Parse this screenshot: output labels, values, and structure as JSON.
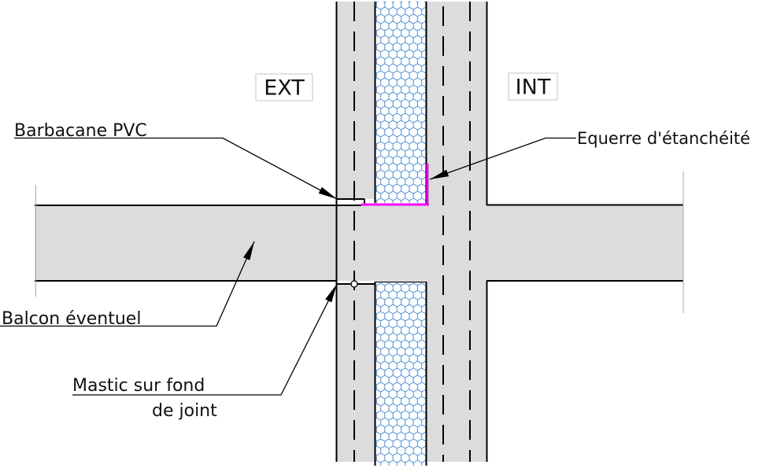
{
  "drawing": {
    "zone_labels": {
      "exterior": "EXT",
      "interior": "INT"
    },
    "callouts": {
      "barbacane": "Barbacane PVC",
      "equerre": "Equerre d'étanchéité",
      "balcon": "Balcon éventuel",
      "mastic_line1": "Mastic sur fond",
      "mastic_line2": "de joint"
    },
    "colors": {
      "concrete": "#dcdcdc",
      "insulation_hatch": "#4d8fd2",
      "insulation_bg": "#ffffff",
      "waterproof_angle": "#ff00ff",
      "line": "#000000",
      "break_line": "#a8a8a8",
      "label_box_border": "#c6c6c6"
    }
  }
}
